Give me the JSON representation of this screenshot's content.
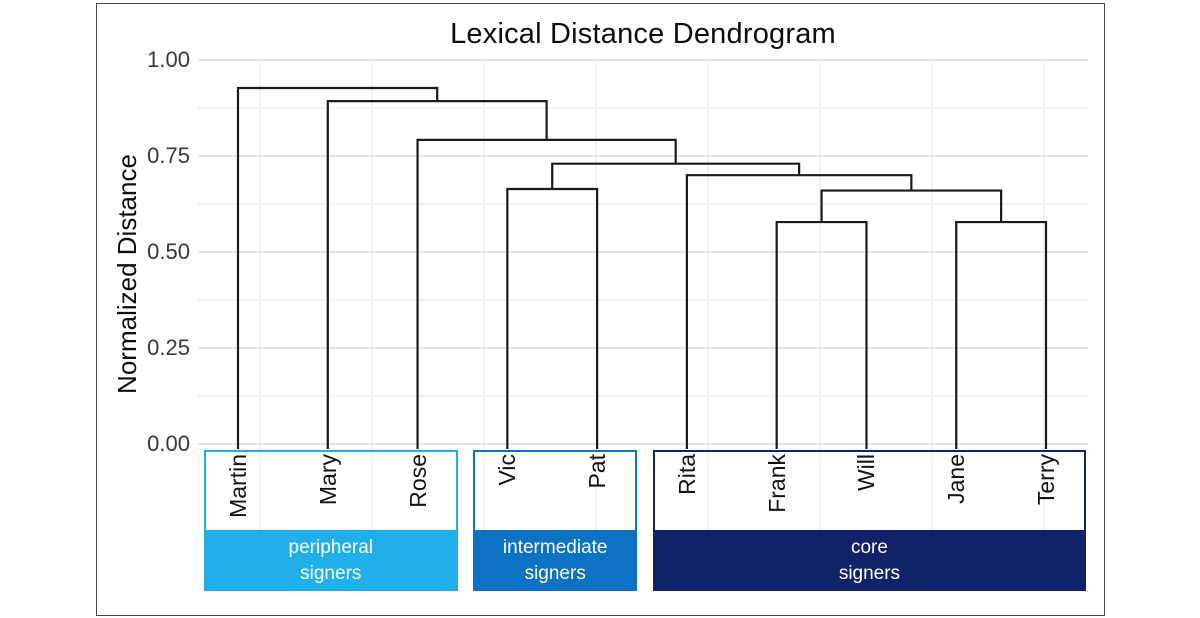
{
  "chart_data": {
    "type": "dendrogram",
    "title": "Lexical Distance Dendrogram",
    "ylabel": "Normalized Distance",
    "ylim": [
      0,
      1
    ],
    "grid": "horizontal major+minor (step 0.125) and faint vertical gridlines, light gray",
    "legend_position": "none",
    "yticks": [
      {
        "label": "0.00",
        "value": 0.0
      },
      {
        "label": "0.25",
        "value": 0.25
      },
      {
        "label": "0.50",
        "value": 0.5
      },
      {
        "label": "0.75",
        "value": 0.75
      },
      {
        "label": "1.00",
        "value": 1.0
      }
    ],
    "leaves": [
      "Martin",
      "Mary",
      "Rose",
      "Vic",
      "Pat",
      "Rita",
      "Frank",
      "Will",
      "Jane",
      "Terry"
    ],
    "merges": [
      {
        "id": "vic+pat",
        "a": "Vic",
        "b": "Pat",
        "height": 0.664
      },
      {
        "id": "frank+will",
        "a": "Frank",
        "b": "Will",
        "height": 0.578
      },
      {
        "id": "jane+terry",
        "a": "Jane",
        "b": "Terry",
        "height": 0.578
      },
      {
        "id": "fw+jt",
        "a": "frank+will",
        "b": "jane+terry",
        "height": 0.66
      },
      {
        "id": "rita+core",
        "a": "Rita",
        "b": "fw+jt",
        "height": 0.7
      },
      {
        "id": "vp+right",
        "a": "vic+pat",
        "b": "rita+core",
        "height": 0.73
      },
      {
        "id": "rose+rest",
        "a": "Rose",
        "b": "vp+right",
        "height": 0.792
      },
      {
        "id": "mary+rest",
        "a": "Mary",
        "b": "rose+rest",
        "height": 0.893
      },
      {
        "id": "root",
        "a": "Martin",
        "b": "mary+rest",
        "height": 0.927
      }
    ],
    "groups": [
      {
        "label": "peripheral signers",
        "label_lines": [
          "peripheral",
          "signers"
        ],
        "members": [
          "Martin",
          "Mary",
          "Rose"
        ],
        "color": "#1fafeb"
      },
      {
        "label": "intermediate signers",
        "label_lines": [
          "intermediate",
          "signers"
        ],
        "members": [
          "Vic",
          "Pat"
        ],
        "color": "#0d72c4"
      },
      {
        "label": "core signers",
        "label_lines": [
          "core",
          "signers"
        ],
        "members": [
          "Rita",
          "Frank",
          "Will",
          "Jane",
          "Terry"
        ],
        "color": "#112368"
      }
    ]
  },
  "colors": {
    "peripheral": "#1fafeb",
    "intermediate": "#0d72c4",
    "core": "#112368",
    "dendrogram_line": "#1a1a1a",
    "grid_major": "#e4e4e4",
    "grid_minor": "#eeeeee",
    "axis_text": "#383838",
    "figure_border": "#484848",
    "band_text": "#ffffff"
  }
}
